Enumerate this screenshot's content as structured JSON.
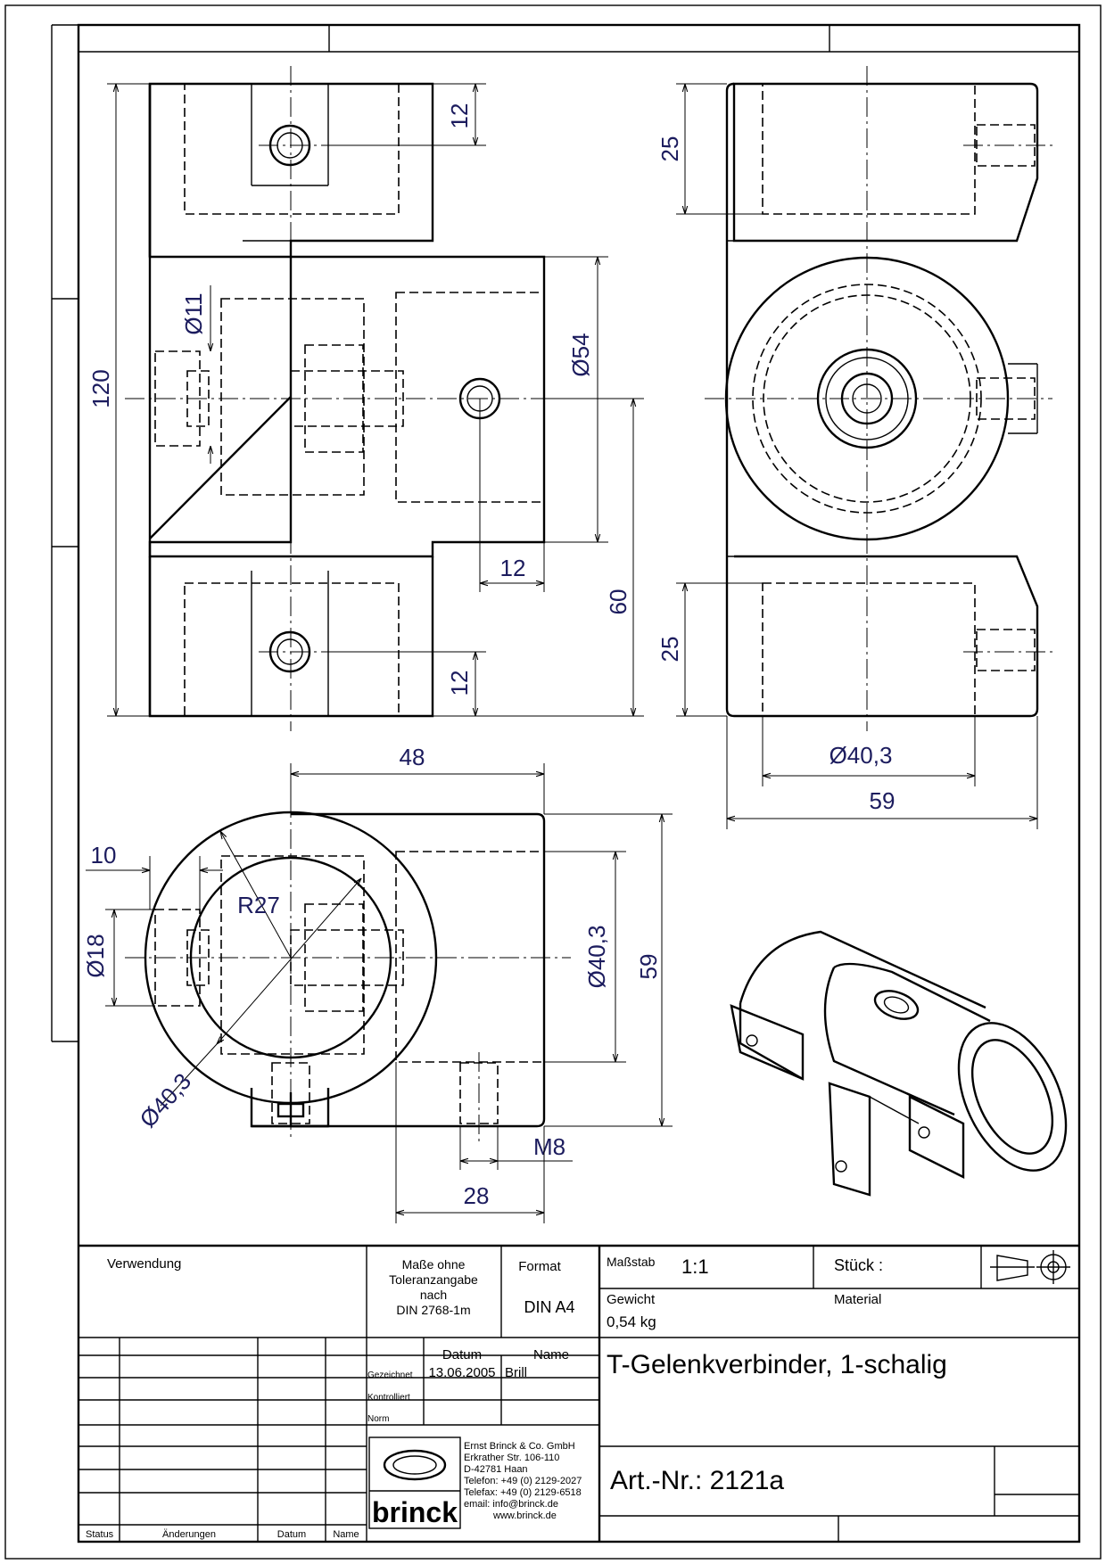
{
  "dimensions": {
    "top_12": "12",
    "d11": "Ø11",
    "total_120": "120",
    "d54": "Ø54",
    "mid_12": "12",
    "h_60": "60",
    "bottom_12": "12",
    "side_25_top": "25",
    "side_25_bottom": "25",
    "side_d40_3": "Ø40,3",
    "side_59": "59",
    "plan_48": "48",
    "plan_10": "10",
    "plan_r27": "R27",
    "plan_d18": "Ø18",
    "plan_d40_3_vert": "Ø40,3",
    "plan_59": "59",
    "plan_d40_3_diag": "Ø40,3",
    "plan_m8": "M8",
    "plan_28": "28"
  },
  "title_block": {
    "verwendung": "Verwendung",
    "masse_line1": "Maße ohne",
    "masse_line2": "Toleranzangabe",
    "masse_line3": "nach",
    "masse_line4": "DIN 2768-1m",
    "format_label": "Format",
    "format_value": "DIN A4",
    "massstab_label": "Maßstab",
    "massstab_value": "1:1",
    "stueck_label": "Stück :",
    "gewicht_label": "Gewicht",
    "gewicht_value": "0,54 kg",
    "material_label": "Material",
    "datum_header": "Datum",
    "name_header": "Name",
    "gezeichnet_label": "Gezeichnet",
    "gezeichnet_datum": "13.06.2005",
    "gezeichnet_name": "Brill",
    "kontrolliert_label": "Kontrolliert",
    "norm_label": "Norm",
    "title": "T-Gelenkverbinder, 1-schalig",
    "article": "Art.-Nr.: 2121a",
    "company_lines": [
      "Ernst Brinck & Co. GmbH",
      "Erkrather Str. 106-110",
      "D-42781 Haan",
      "Telefon: +49 (0) 2129-2027",
      "Telefax: +49 (0) 2129-6518",
      "email: info@brinck.de",
      "www.brinck.de"
    ],
    "logo_text": "brinck",
    "rev_status": "Status",
    "rev_aenderungen": "Änderungen",
    "rev_datum": "Datum",
    "rev_name": "Name"
  }
}
